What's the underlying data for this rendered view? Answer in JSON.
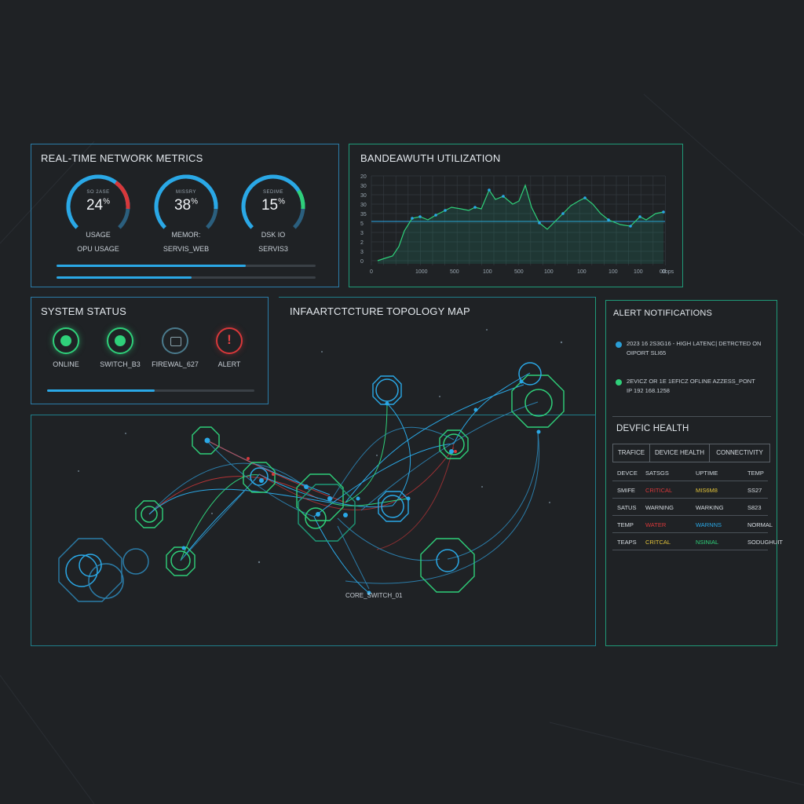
{
  "colors": {
    "background": "#1f2225",
    "panel_border_blue": "#2b7ca8",
    "panel_border_green": "#1f9a78",
    "accent_blue": "#2aa8e6",
    "accent_green": "#2fd07a",
    "alert_red": "#d8383a",
    "warning_yellow": "#e0c23a"
  },
  "metrics": {
    "title": "REAL-TIME NETWORK METRICS",
    "gauges": [
      {
        "sub": "SO 2ASE",
        "value": "24",
        "unit": "%",
        "label": "USAGE",
        "label2": "OPU USAGE",
        "level": 0.24,
        "color": "#d8383a"
      },
      {
        "sub": "MISSRY",
        "value": "38",
        "unit": "%",
        "label": "MEMOR:",
        "label2": "SERVIS_WEB",
        "level": 0.38,
        "color": "#2aa8e6"
      },
      {
        "sub": "SEDIME",
        "value": "15",
        "unit": "%",
        "label": "DSK IO",
        "label2": "SERVIS3",
        "level": 0.15,
        "color": "#2fd07a"
      }
    ],
    "bars": [
      0.73,
      0.52
    ]
  },
  "bandwidth": {
    "title": "BANDEAWUTH UTILIZATION",
    "y_ticks": [
      "20",
      "30",
      "30",
      "30",
      "35",
      "5",
      "3",
      "2",
      "3",
      "0"
    ],
    "x_ticks": [
      "0",
      "1000",
      "500",
      "100",
      "500",
      "100",
      "100",
      "100",
      "100",
      "00",
      "0bps"
    ]
  },
  "system_status": {
    "title": "SYSTEM STATUS",
    "items": [
      {
        "label": "ONLINE",
        "icon": "online-dot-icon",
        "color": "#2fd07a"
      },
      {
        "label": "SWITCH_B3",
        "icon": "switch-dot-icon",
        "color": "#2fd07a"
      },
      {
        "label": "FIREWAL_627",
        "icon": "firewall-square-icon",
        "color": "#4a7a8c"
      },
      {
        "label": "ALERT",
        "icon": "alert-exclamation-icon",
        "color": "#d8383a"
      }
    ],
    "progress": 0.52
  },
  "topology": {
    "title": "INFAARTCTCTURE TOPOLOGY MAP",
    "node_label": "CORE_SWITCH_01"
  },
  "alerts": {
    "title": "ALERT NOTIFICATIONS",
    "items": [
      {
        "line1": "2023 16 2S3G16 - HIGH LATENC| DETRCTED ON",
        "line2": "OIPORT SLI65",
        "color": "#2a9ed6"
      },
      {
        "line1": "2EVICZ OR 1E 1EFICZ OFLINE AZZESS_PONT",
        "line2": "IP 192 168.1258",
        "color": "#2fd07a"
      }
    ]
  },
  "device_health": {
    "title": "DEVFIC HEALTH",
    "tabs": [
      "TRAFICE",
      "DEVICE HEALTH",
      "CONNECTIVITY"
    ],
    "header": [
      "DEVCE",
      "SATSGS",
      "UPTIME",
      "TEMP"
    ],
    "rows": [
      [
        {
          "t": "SMIFE",
          "c": "#d7dde2"
        },
        {
          "t": "CRITICAL",
          "c": "#d8383a"
        },
        {
          "t": "MIS6M8",
          "c": "#e0c23a"
        },
        {
          "t": "SS27",
          "c": "#d7dde2"
        }
      ],
      [
        {
          "t": "SATUS",
          "c": "#d7dde2"
        },
        {
          "t": "WARNING",
          "c": "#d7dde2"
        },
        {
          "t": "WARKING",
          "c": "#d7dde2"
        },
        {
          "t": "S823",
          "c": "#d7dde2"
        }
      ],
      [
        {
          "t": "TEMP",
          "c": "#d7dde2"
        },
        {
          "t": "WATER",
          "c": "#d8383a"
        },
        {
          "t": "WARNNS",
          "c": "#2aa8e6"
        },
        {
          "t": "NORMAL",
          "c": "#d7dde2"
        }
      ],
      [
        {
          "t": "TEAPS",
          "c": "#d7dde2"
        },
        {
          "t": "CRITCAL",
          "c": "#e0c23a"
        },
        {
          "t": "NSINIAL",
          "c": "#2fd07a"
        },
        {
          "t": "SODUGHUIT",
          "c": "#d7dde2"
        }
      ]
    ]
  }
}
